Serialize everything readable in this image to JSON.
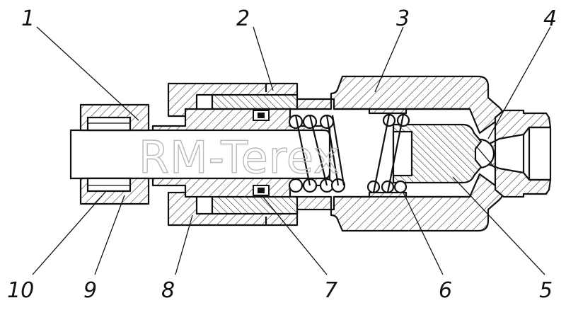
{
  "watermark": "RM-Terex",
  "callouts": [
    {
      "label": "1"
    },
    {
      "label": "2"
    },
    {
      "label": "3"
    },
    {
      "label": "4"
    },
    {
      "label": "10"
    },
    {
      "label": "9"
    },
    {
      "label": "8"
    },
    {
      "label": "7"
    },
    {
      "label": "6"
    },
    {
      "label": "5"
    }
  ],
  "colors": {
    "line": "#111111",
    "watermark": "#b9b9b9",
    "background": "#ffffff"
  }
}
